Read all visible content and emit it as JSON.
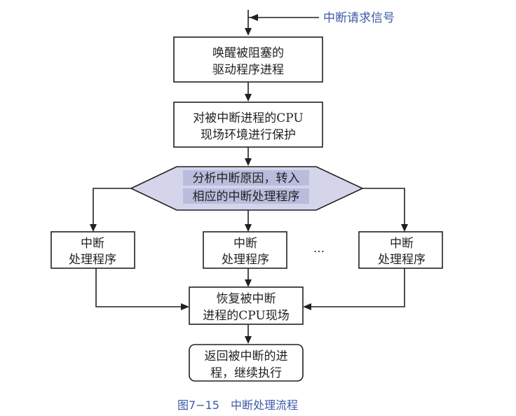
{
  "diagram": {
    "type": "flowchart",
    "input_signal": "中断请求信号",
    "nodes": {
      "wake": {
        "lines": [
          "唤醒被阻塞的",
          "驱动程序进程"
        ]
      },
      "save": {
        "lines": [
          "对被中断进程的CPU",
          "现场环境进行保护"
        ]
      },
      "analyze": {
        "lines": [
          "分析中断原因，转入",
          "相应的中断处理程序"
        ],
        "shape": "hexagon",
        "fill": "#d4d5ea"
      },
      "handler_left": {
        "lines": [
          "中断",
          "处理程序"
        ]
      },
      "handler_mid": {
        "lines": [
          "中断",
          "处理程序"
        ]
      },
      "handler_right": {
        "lines": [
          "中断",
          "处理程序"
        ]
      },
      "ellipsis": "…",
      "restore": {
        "lines": [
          "恢复被中断",
          "进程的CPU现场"
        ]
      },
      "return": {
        "lines": [
          "返回被中断的进",
          "程，继续执行"
        ],
        "shape": "rounded"
      }
    },
    "edges": [
      [
        "input_signal",
        "wake"
      ],
      [
        "wake",
        "save"
      ],
      [
        "save",
        "analyze"
      ],
      [
        "analyze",
        "handler_left"
      ],
      [
        "analyze",
        "handler_mid"
      ],
      [
        "analyze",
        "handler_right"
      ],
      [
        "handler_left",
        "restore"
      ],
      [
        "handler_mid",
        "restore"
      ],
      [
        "handler_right",
        "restore"
      ],
      [
        "restore",
        "return"
      ]
    ],
    "caption": "图7−15　中断处理流程",
    "colors": {
      "accent": "#3d5aa8",
      "decision_fill": "#d4d5ea",
      "stroke": "#231f20"
    }
  }
}
